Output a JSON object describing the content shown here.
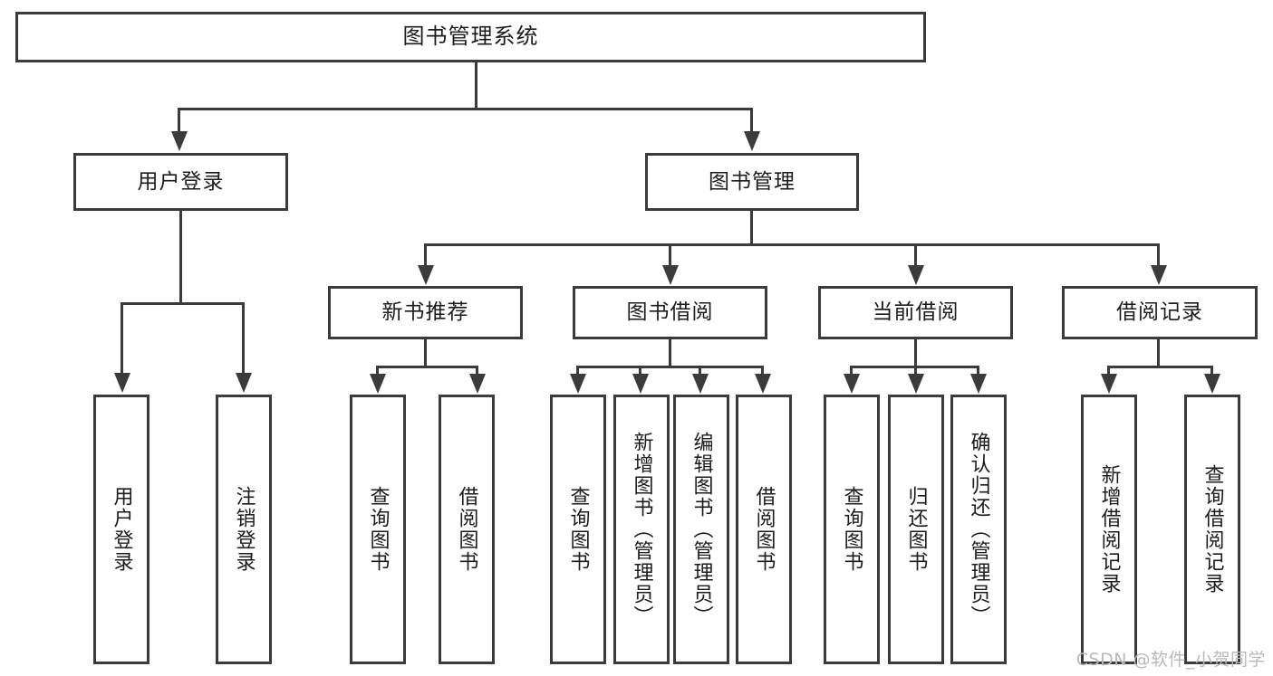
{
  "diagram": {
    "type": "tree-hierarchy-chart",
    "title": "图书管理系统",
    "root": {
      "id": "root",
      "label": "图书管理系统"
    },
    "level2": [
      {
        "id": "user-login",
        "label": "用户登录"
      },
      {
        "id": "book-management",
        "label": "图书管理"
      }
    ],
    "level3": [
      {
        "id": "new-book-recommend",
        "label": "新书推荐"
      },
      {
        "id": "book-borrow",
        "label": "图书借阅"
      },
      {
        "id": "current-borrow",
        "label": "当前借阅"
      },
      {
        "id": "borrow-record",
        "label": "借阅记录"
      }
    ],
    "leaves": {
      "user_login": [
        {
          "id": "leaf-user-login",
          "label": "用户登录"
        },
        {
          "id": "leaf-logout",
          "label": "注销登录"
        }
      ],
      "new_book_recommend": [
        {
          "id": "leaf-query-book-1",
          "label": "查询图书"
        },
        {
          "id": "leaf-borrow-book-1",
          "label": "借阅图书"
        }
      ],
      "book_borrow": [
        {
          "id": "leaf-query-book-2",
          "label": "查询图书"
        },
        {
          "id": "leaf-add-book",
          "label": "新增图书（管理员）"
        },
        {
          "id": "leaf-edit-book",
          "label": "编辑图书（管理员）"
        },
        {
          "id": "leaf-borrow-book-2",
          "label": "借阅图书"
        }
      ],
      "current_borrow": [
        {
          "id": "leaf-query-book-3",
          "label": "查询图书"
        },
        {
          "id": "leaf-return-book",
          "label": "归还图书"
        },
        {
          "id": "leaf-confirm-return",
          "label": "确认归还（管理员）"
        }
      ],
      "borrow_record": [
        {
          "id": "leaf-add-record",
          "label": "新增借阅记录"
        },
        {
          "id": "leaf-query-record",
          "label": "查询借阅记录"
        }
      ]
    },
    "colors": {
      "stroke": "#3b3b3b",
      "fill": "#ffffff",
      "text": "#1c1c1c",
      "watermark": "#b9b9b9"
    }
  },
  "watermark": {
    "text": "CSDN @软件_小贺同学"
  }
}
